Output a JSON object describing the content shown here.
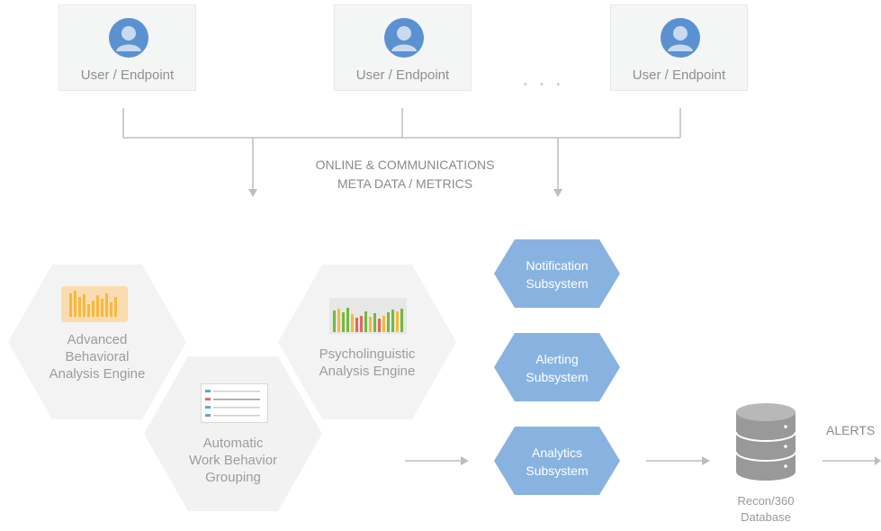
{
  "users": [
    {
      "label": "User / Endpoint"
    },
    {
      "label": "User / Endpoint"
    },
    {
      "label": "User / Endpoint"
    }
  ],
  "ellipsis": "• • •",
  "flow_label_line1": "ONLINE & COMMUNICATIONS",
  "flow_label_line2": "META DATA / METRICS",
  "engines": {
    "advanced": {
      "line1": "Advanced",
      "line2": "Behavioral",
      "line3": "Analysis Engine"
    },
    "grouping": {
      "line1": "Automatic",
      "line2": "Work Behavior",
      "line3": "Grouping"
    },
    "psycho": {
      "line1": "Psycholinguistic",
      "line2": "Analysis Engine"
    }
  },
  "subsystems": [
    {
      "line1": "Notification",
      "line2": "Subsystem"
    },
    {
      "line1": "Alerting",
      "line2": "Subsystem"
    },
    {
      "line1": "Analytics",
      "line2": "Subsystem"
    }
  ],
  "database": {
    "line1": "Recon/360",
    "line2": "Database"
  },
  "alerts_label": "ALERTS",
  "colors": {
    "subsystem_fill": "#88b3e0",
    "hex_fill": "#f2f3f2",
    "connector": "#bdbdbd",
    "avatar": "#5a92d1",
    "chart_orange": "#f5b93c",
    "chart_green": "#74b93e",
    "chart_red": "#e0675a",
    "db_gray": "#9a9a9a"
  }
}
